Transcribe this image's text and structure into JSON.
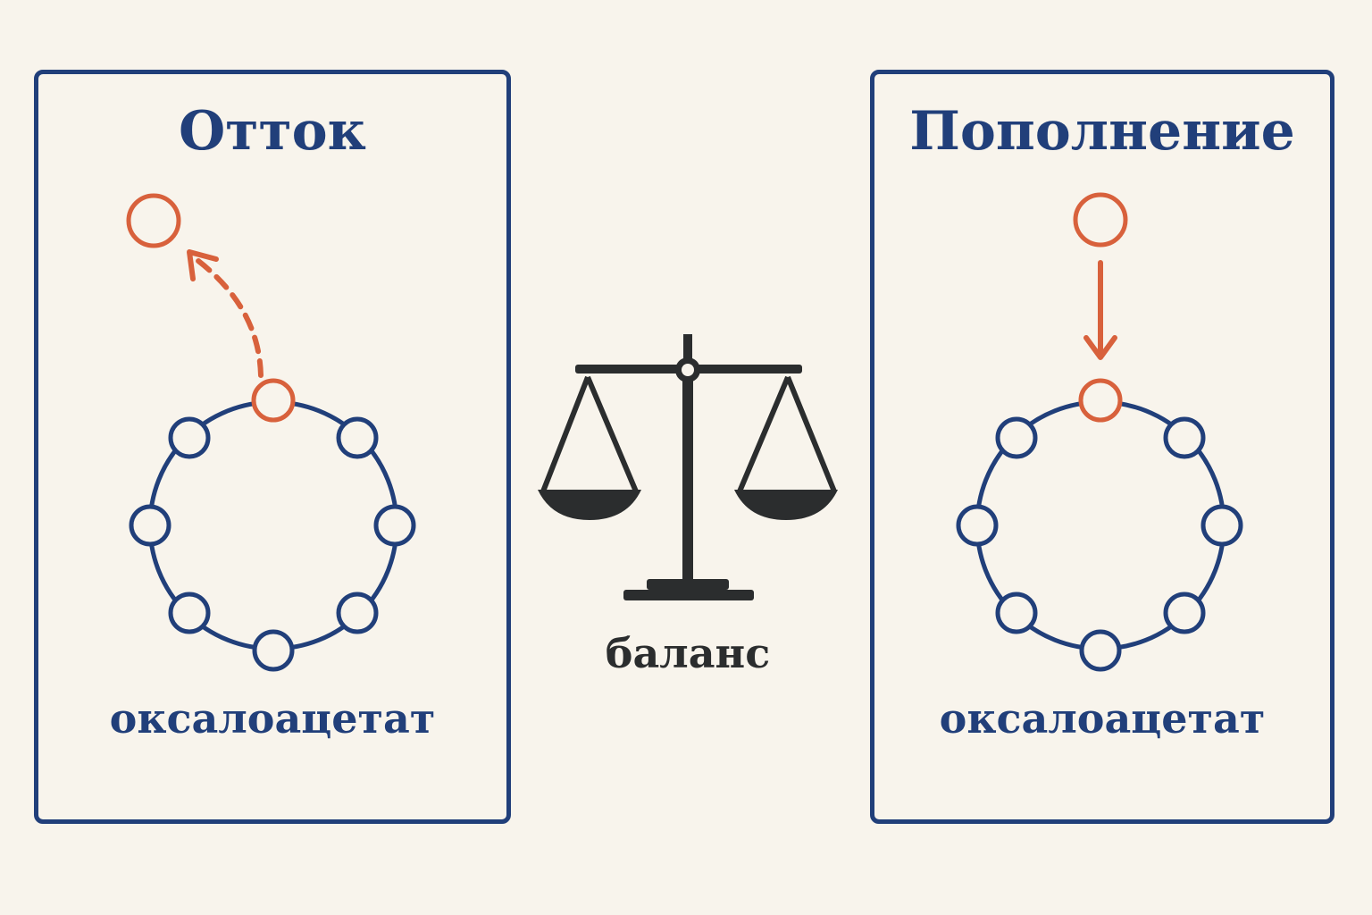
{
  "left_panel": {
    "title": "Отток",
    "label": "оксалоацетат"
  },
  "right_panel": {
    "title": "Пополнение",
    "label": "оксалоацетат"
  },
  "center": {
    "label": "баланс",
    "icon": "scale-icon"
  },
  "colors": {
    "background": "#f8f4ec",
    "frame": "#213f7a",
    "ring": "#213f7a",
    "highlight": "#d8613c",
    "scale": "#2b2d2e"
  }
}
